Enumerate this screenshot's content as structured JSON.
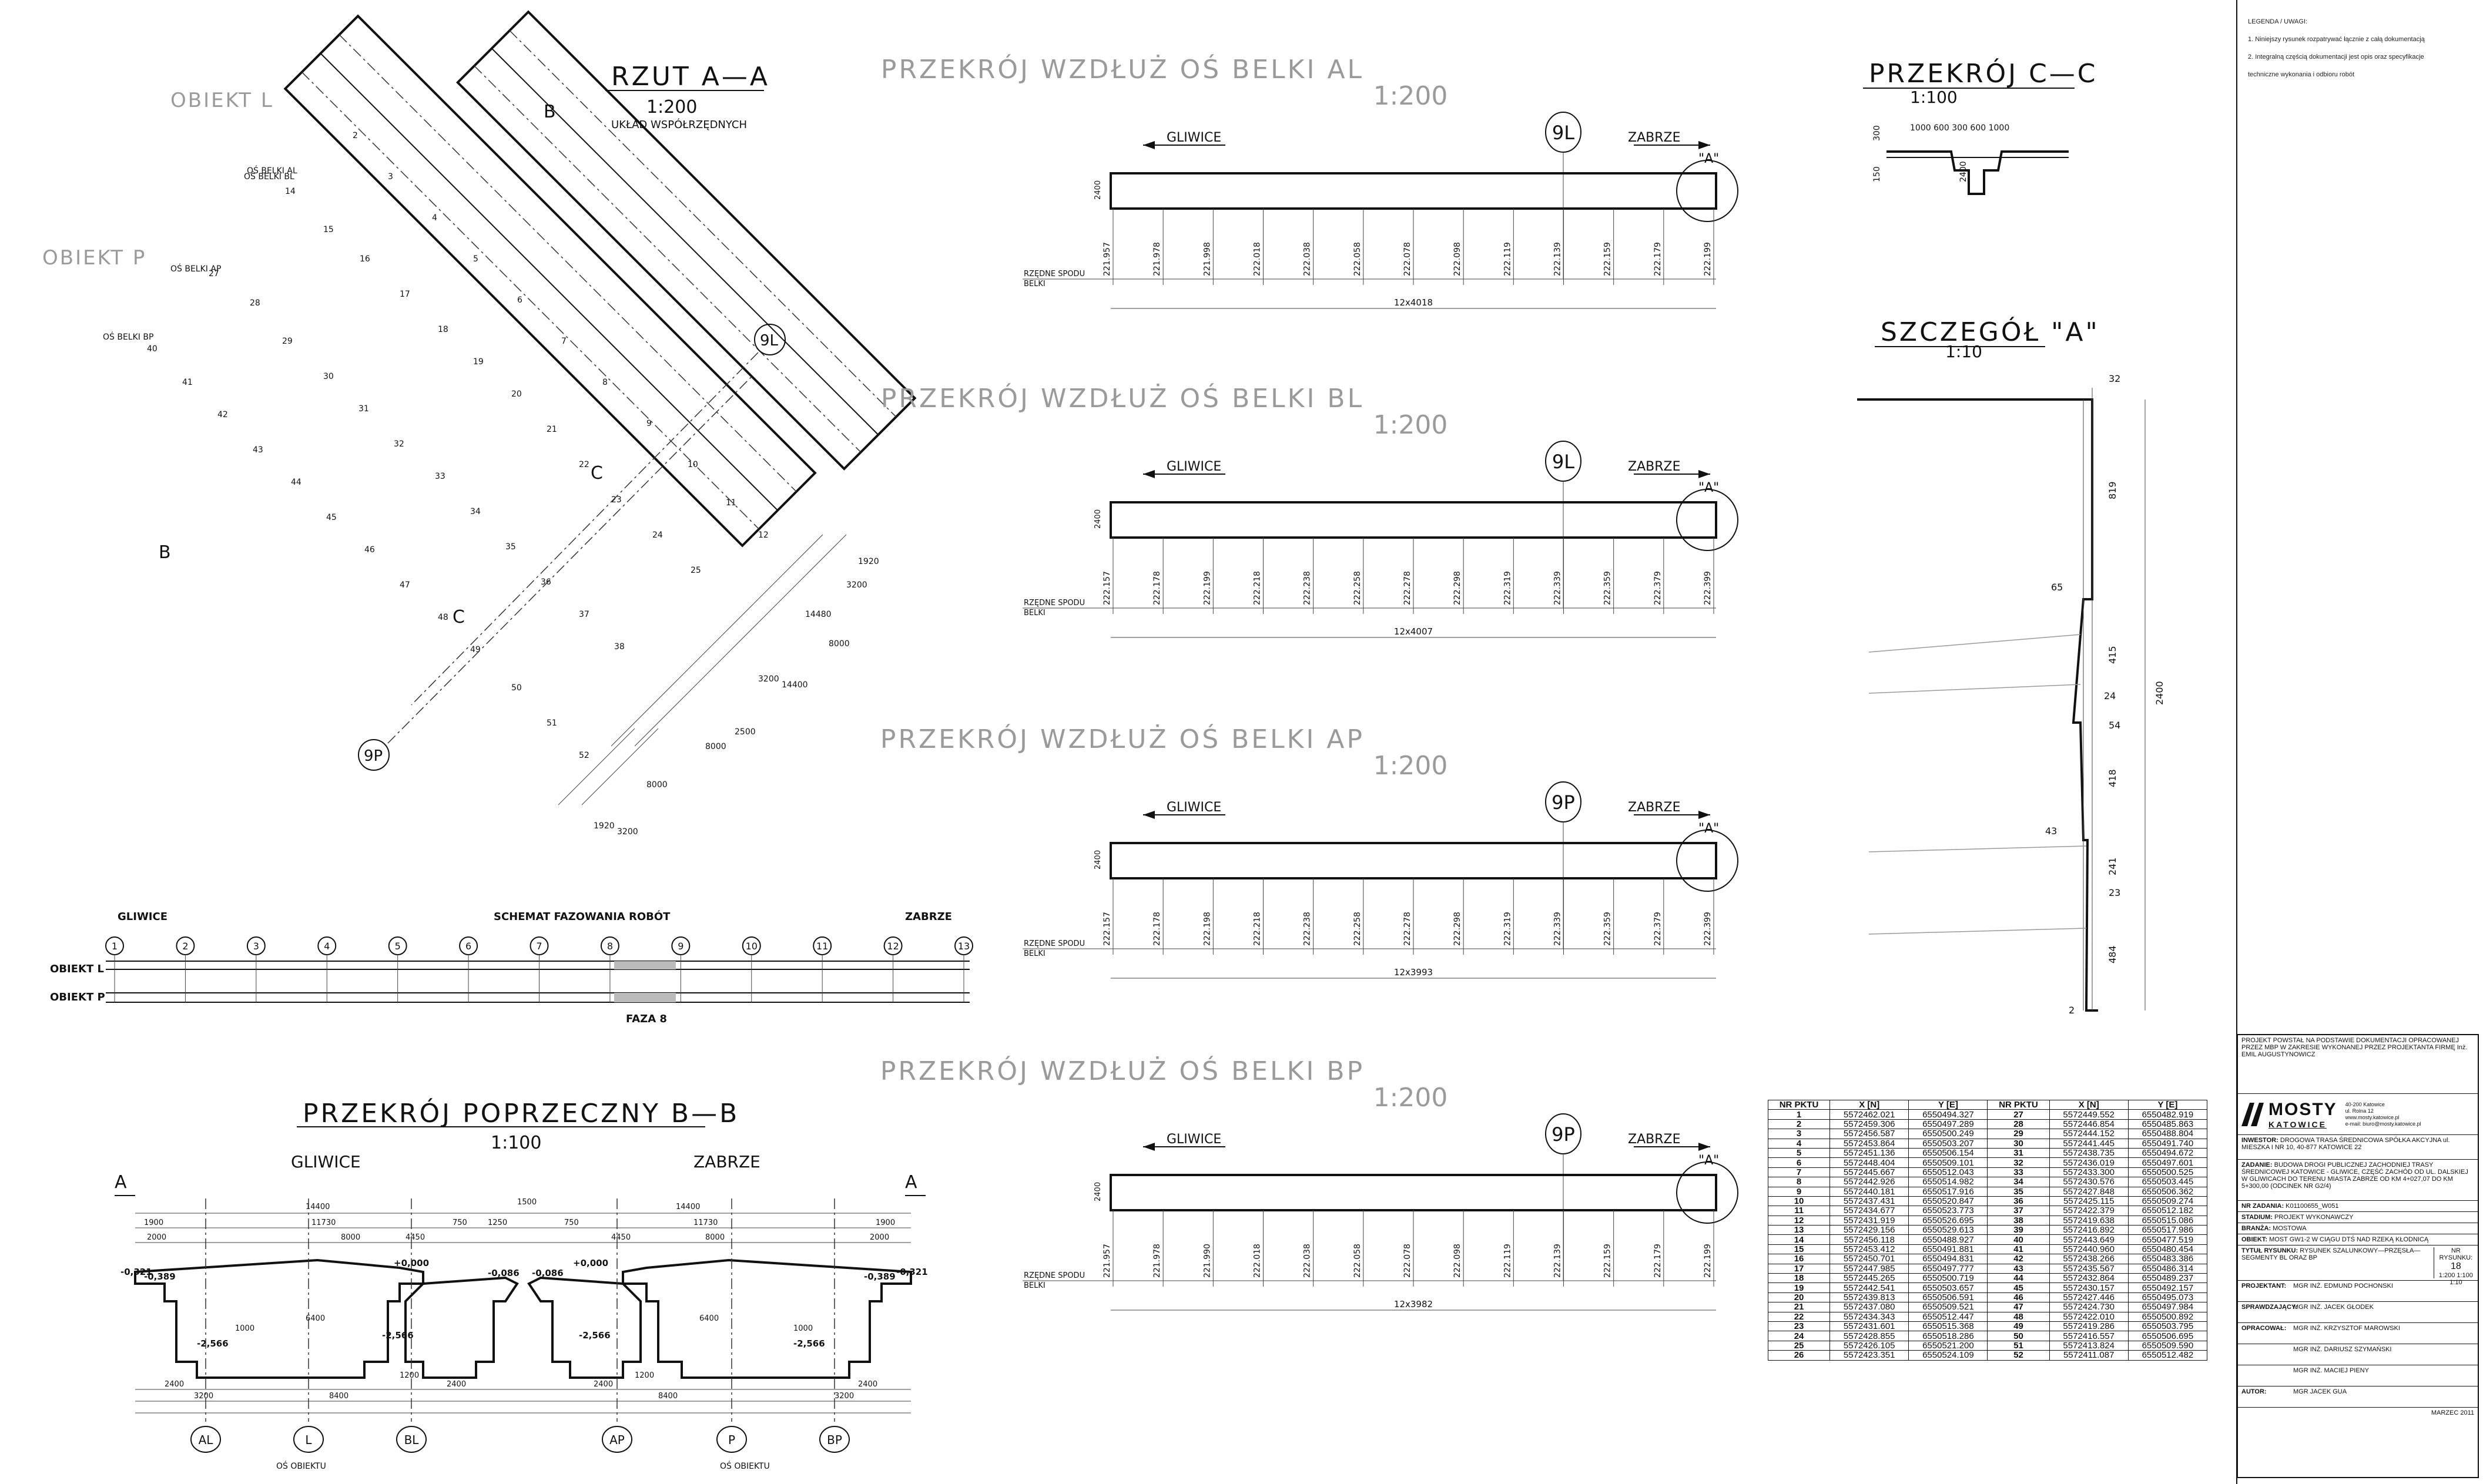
{
  "rzut": {
    "title": "RZUT A—A",
    "scale": "1:200",
    "subtitle": "UKŁAD WSPÓŁRZĘDNYCH",
    "obiekt_l": "OBIEKT L",
    "obiekt_p": "OBIEKT P",
    "os_al": "OŚ BELKI AL",
    "os_bl": "OŚ BELKI BL",
    "os_ap": "OŚ BELKI AP",
    "os_bp": "OŚ BELKI BP",
    "marker_9l": "9L",
    "marker_9p": "9P",
    "cut_b": "B",
    "cut_c": "C",
    "dims": [
      "14480",
      "8000",
      "3200",
      "1920",
      "14400",
      "3200",
      "8000",
      "1920",
      "3200",
      "8000",
      "2500"
    ]
  },
  "schemat": {
    "title": "SCHEMAT FAZOWANIA ROBÓT",
    "left": "GLIWICE",
    "right": "ZABRZE",
    "row_l": "OBIEKT L",
    "row_p": "OBIEKT P",
    "faza": "FAZA 8",
    "markers": [
      "1",
      "2",
      "3",
      "4",
      "5",
      "6",
      "7",
      "8",
      "9",
      "10",
      "11",
      "12",
      "13"
    ]
  },
  "sections": [
    {
      "title": "PRZEKRÓJ WZDŁUŻ OŚ BELKI AL",
      "scale": "1:200",
      "marker": "9L",
      "left": "GLIWICE",
      "right": "ZABRZE",
      "detail": "\"A\"",
      "rzedne": "RZĘDNE SPODU",
      "belki": "BELKI",
      "height": "2400",
      "span": "12x4018",
      "values": [
        "221.957",
        "221.978",
        "221.998",
        "222.018",
        "222.038",
        "222.058",
        "222.078",
        "222.098",
        "222.119",
        "222.139",
        "222.159",
        "222.179",
        "222.199"
      ]
    },
    {
      "title": "PRZEKRÓJ WZDŁUŻ OŚ BELKI BL",
      "scale": "1:200",
      "marker": "9L",
      "left": "GLIWICE",
      "right": "ZABRZE",
      "detail": "\"A\"",
      "rzedne": "RZĘDNE SPODU",
      "belki": "BELKI",
      "height": "2400",
      "span": "12x4007",
      "values": [
        "222.157",
        "222.178",
        "222.199",
        "222.218",
        "222.238",
        "222.258",
        "222.278",
        "222.298",
        "222.319",
        "222.339",
        "222.359",
        "222.379",
        "222.399"
      ]
    },
    {
      "title": "PRZEKRÓJ WZDŁUŻ OŚ BELKI AP",
      "scale": "1:200",
      "marker": "9P",
      "left": "GLIWICE",
      "right": "ZABRZE",
      "detail": "\"A\"",
      "rzedne": "RZĘDNE SPODU",
      "belki": "BELKI",
      "height": "2400",
      "span": "12x3993",
      "values": [
        "222.157",
        "222.178",
        "222.198",
        "222.218",
        "222.238",
        "222.258",
        "222.278",
        "222.298",
        "222.319",
        "222.339",
        "222.359",
        "222.379",
        "222.399"
      ]
    },
    {
      "title": "PRZEKRÓJ WZDŁUŻ OŚ BELKI BP",
      "scale": "1:200",
      "marker": "9P",
      "left": "GLIWICE",
      "right": "ZABRZE",
      "detail": "\"A\"",
      "rzedne": "RZĘDNE SPODU",
      "belki": "BELKI",
      "height": "2400",
      "span": "12x3982",
      "values": [
        "221.957",
        "221.978",
        "221.990",
        "222.018",
        "222.038",
        "222.058",
        "222.078",
        "222.098",
        "222.119",
        "222.139",
        "222.159",
        "222.179",
        "222.199"
      ]
    }
  ],
  "cc": {
    "title": "PRZEKRÓJ C—C",
    "scale": "1:100",
    "dims": "1000 600 300 600 1000",
    "h1": "300",
    "h2": "150",
    "h3": "2400"
  },
  "detail": {
    "title": "SZCZEGÓŁ \"A\"",
    "scale": "1:10",
    "dims": [
      "32",
      "819",
      "65",
      "415",
      "24",
      "54",
      "418",
      "43",
      "241",
      "23",
      "484",
      "2",
      "2400"
    ]
  },
  "bb": {
    "title": "PRZEKRÓJ POPRZECZNY B—B",
    "scale": "1:100",
    "left": "GLIWICE",
    "right": "ZABRZE",
    "cut": "A",
    "axes": [
      "AL",
      "L",
      "BL",
      "AP",
      "P",
      "BP"
    ],
    "os_obiektu": "OŚ OBIEKTU",
    "levels": [
      "-0,321",
      "-0,389",
      "+0,000",
      "-0,086",
      "-0,086",
      "+0,000",
      "-0,389",
      "-0,321",
      "-2,566",
      "-2,566",
      "-2,566",
      "-2,566"
    ],
    "dims": [
      "14400",
      "14400",
      "1500",
      "11730",
      "11730",
      "8000",
      "8000",
      "6400",
      "6400",
      "1000",
      "1000",
      "3200",
      "8400",
      "8400",
      "3200",
      "2400",
      "2400",
      "2400",
      "2400",
      "1200",
      "1250",
      "750",
      "750",
      "1200",
      "1900",
      "1900",
      "2000",
      "2000",
      "4450",
      "4450"
    ]
  },
  "table": {
    "headers": [
      "NR PKTU",
      "X [N]",
      "Y [E]",
      "NR PKTU",
      "X [N]",
      "Y [E]"
    ],
    "rows": [
      [
        "1",
        "5572462.021",
        "6550494.327",
        "27",
        "5572449.552",
        "6550482.919"
      ],
      [
        "2",
        "5572459.306",
        "6550497.289",
        "28",
        "5572446.854",
        "6550485.863"
      ],
      [
        "3",
        "5572456.587",
        "6550500.249",
        "29",
        "5572444.152",
        "6550488.804"
      ],
      [
        "4",
        "5572453.864",
        "6550503.207",
        "30",
        "5572441.445",
        "6550491.740"
      ],
      [
        "5",
        "5572451.136",
        "6550506.154",
        "31",
        "5572438.735",
        "6550494.672"
      ],
      [
        "6",
        "5572448.404",
        "6550509.101",
        "32",
        "5572436.019",
        "6550497.601"
      ],
      [
        "7",
        "5572445.667",
        "6550512.043",
        "33",
        "5572433.300",
        "6550500.525"
      ],
      [
        "8",
        "5572442.926",
        "6550514.982",
        "34",
        "5572430.576",
        "6550503.445"
      ],
      [
        "9",
        "5572440.181",
        "6550517.916",
        "35",
        "5572427.848",
        "6550506.362"
      ],
      [
        "10",
        "5572437.431",
        "6550520.847",
        "36",
        "5572425.115",
        "6550509.274"
      ],
      [
        "11",
        "5572434.677",
        "6550523.773",
        "37",
        "5572422.379",
        "6550512.182"
      ],
      [
        "12",
        "5572431.919",
        "6550526.695",
        "38",
        "5572419.638",
        "6550515.086"
      ],
      [
        "13",
        "5572429.156",
        "6550529.613",
        "39",
        "5572416.892",
        "6550517.986"
      ],
      [
        "14",
        "5572456.118",
        "6550488.927",
        "40",
        "5572443.649",
        "6550477.519"
      ],
      [
        "15",
        "5572453.412",
        "6550491.881",
        "41",
        "5572440.960",
        "6550480.454"
      ],
      [
        "16",
        "5572450.701",
        "6550494.831",
        "42",
        "5572438.266",
        "6550483.386"
      ],
      [
        "17",
        "5572447.985",
        "6550497.777",
        "43",
        "5572435.567",
        "6550486.314"
      ],
      [
        "18",
        "5572445.265",
        "6550500.719",
        "44",
        "5572432.864",
        "6550489.237"
      ],
      [
        "19",
        "5572442.541",
        "6550503.657",
        "45",
        "5572430.157",
        "6550492.157"
      ],
      [
        "20",
        "5572439.813",
        "6550506.591",
        "46",
        "5572427.446",
        "6550495.073"
      ],
      [
        "21",
        "5572437.080",
        "6550509.521",
        "47",
        "5572424.730",
        "6550497.984"
      ],
      [
        "22",
        "5572434.343",
        "6550512.447",
        "48",
        "5572422.010",
        "6550500.892"
      ],
      [
        "23",
        "5572431.601",
        "6550515.368",
        "49",
        "5572419.286",
        "6550503.795"
      ],
      [
        "24",
        "5572428.855",
        "6550518.286",
        "50",
        "5572416.557",
        "6550506.695"
      ],
      [
        "25",
        "5572426.105",
        "6550521.200",
        "51",
        "5572413.824",
        "6550509.590"
      ],
      [
        "26",
        "5572423.351",
        "6550524.109",
        "52",
        "5572411.087",
        "6550512.482"
      ]
    ]
  },
  "notes": {
    "title": "LEGENDA / UWAGI:",
    "lines": [
      "1. Niniejszy rysunek rozpatrywać łącznie z całą dokumentacją",
      "2. Integralną częścią dokumentacji jest opis oraz specyfikacje",
      "techniczne wykonania i odbioru robót"
    ]
  },
  "titleblock": {
    "projekt": "PROJEKT POWSTAŁ NA PODSTAWIE DOKUMENTACJI OPRACOWANEJ PRZEZ MBP W ZAKRESIE WYKONANEJ PRZEZ PROJEKTANTA FIRMĘ Inż. EMIL AUGUSTYNOWICZ",
    "company": "MOSTY",
    "company2": "KATOWICE",
    "address": [
      "40-200 Katowice",
      "ul. Rolna 12",
      "www.mosty.katowice.pl",
      "e-mail: biuro@mosty.katowice.pl"
    ],
    "inwestor_label": "INWESTOR:",
    "inwestor": "DROGOWA TRASA ŚREDNICOWA SPÓŁKA AKCYJNA ul. MIESZKA I NR 10, 40-877 KATOWICE 22",
    "zadanie_label": "ZADANIE:",
    "zadanie": "BUDOWA DROGI PUBLICZNEJ ZACHODNIEJ TRASY ŚREDNICOWEJ KATOWICE - GLIWICE, CZĘŚĆ ZACHÓD OD UL. DALSKIEJ W GLIWICACH DO TERENU MIASTA ZABRZE OD KM 4+027,07 DO KM 5+300,00 (ODCINEK NR G2/4)",
    "nr_zadania_label": "NR ZADANIA:",
    "nr_zadania": "K01100655_W051",
    "stadium_label": "STADIUM:",
    "stadium": "PROJEKT WYKONAWCZY",
    "branza_label": "BRANŻA:",
    "branza": "MOSTOWA",
    "obiekt_label": "OBIEKT:",
    "obiekt": "MOST GW1-2 W CIĄGU DTŚ NAD RZEKĄ KŁODNICĄ",
    "rysunek_label": "TYTUŁ RYSUNKU:",
    "rysunek": "RYSUNEK SZALUNKOWY—PRZĘSŁA—SEGMENTY BL ORAZ BP",
    "nr_rys_label": "NR RYSUNKU:",
    "nr_rys": "18",
    "skala": "1:200 1:100 1:10",
    "people": [
      [
        "PROJEKTANT:",
        "MGR INŻ. EDMUND POCHONSKI"
      ],
      [
        "SPRAWDZAJĄCY:",
        "MGR INŻ. JACEK GŁODEK"
      ],
      [
        "OPRACOWAŁ:",
        "MGR INŻ. KRZYSZTOF MAROWSKI"
      ],
      [
        "",
        "MGR INŻ. DARIUSZ SZYMAŃSKI"
      ],
      [
        "",
        "MGR INŻ. MACIEJ PIENY"
      ],
      [
        "AUTOR:",
        "MGR JACEK GUA"
      ]
    ],
    "date": "MARZEC 2011"
  }
}
